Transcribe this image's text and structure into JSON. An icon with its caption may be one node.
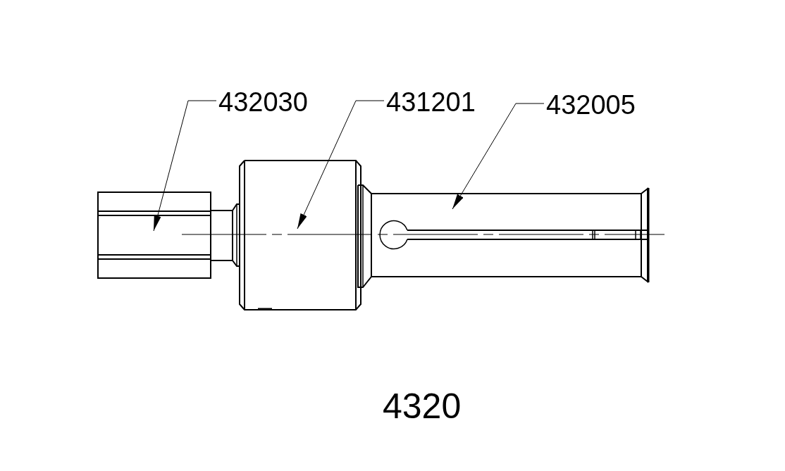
{
  "diagram": {
    "nodes": [
      {
        "text": [
          "432030"
        ]
      },
      {
        "text": [
          "431201"
        ]
      },
      {
        "text": [
          "432005"
        ]
      },
      {
        "text": [],
        "shape": "picture"
      },
      {
        "text": [],
        "shape": "picture"
      },
      {
        "text": [],
        "shape": "picture"
      }
    ],
    "edges": [
      {
        "from": 0,
        "to": 3,
        "arrow": "to"
      },
      {
        "from": 1,
        "to": 4,
        "arrow": "to"
      },
      {
        "from": 2,
        "to": 5,
        "arrow": "to"
      }
    ],
    "labels": [
      "4320"
    ]
  }
}
